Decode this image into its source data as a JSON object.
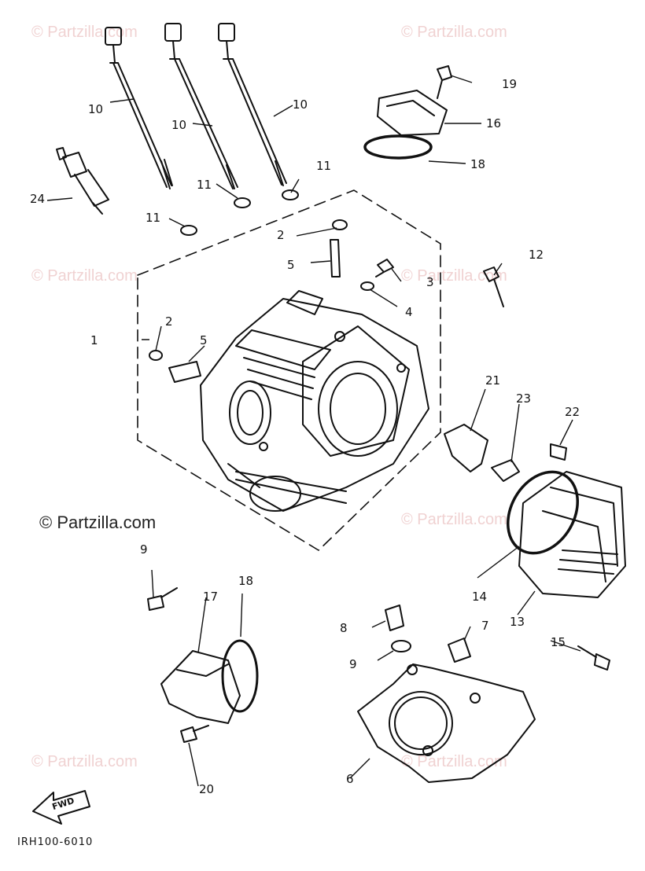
{
  "watermark": {
    "text": "© Partzilla.com",
    "prominent_text": "© Partzilla.com"
  },
  "callouts": {
    "c1": "1",
    "c2a": "2",
    "c2b": "2",
    "c3": "3",
    "c4": "4",
    "c5a": "5",
    "c5b": "5",
    "c6": "6",
    "c7": "7",
    "c8": "8",
    "c9": "9",
    "c10a": "10",
    "c10b": "10",
    "c10c": "10",
    "c11a": "11",
    "c11b": "11",
    "c11c": "11",
    "c12": "12",
    "c13": "13",
    "c14": "14",
    "c15": "15",
    "c16": "16",
    "c17": "17",
    "c18a": "18",
    "c18b": "18",
    "c19": "19",
    "c20": "20",
    "c21": "21",
    "c22": "22",
    "c23": "23",
    "c24": "24"
  },
  "fwd_label": "FWD",
  "diagram_code": "IRH100-6010"
}
